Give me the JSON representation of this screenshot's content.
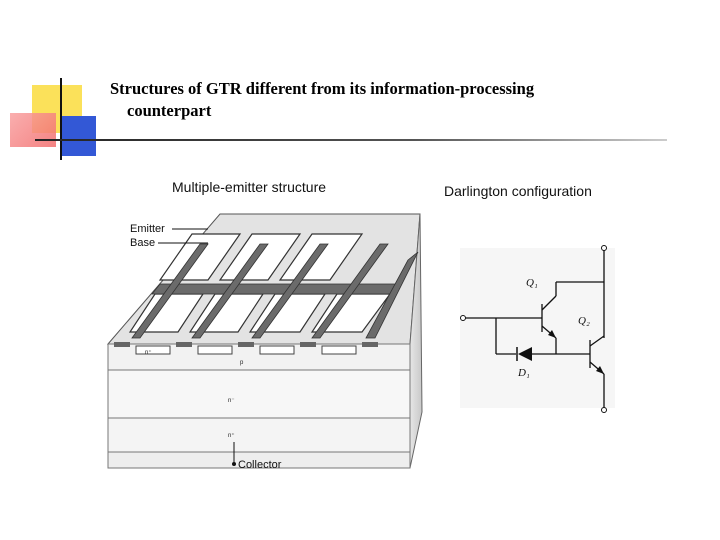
{
  "slide": {
    "title_line1": "Structures of GTR different from its information-processing",
    "title_line2": "counterpart"
  },
  "figure_left": {
    "caption": "Multiple-emitter structure",
    "labels": {
      "emitter": "Emitter",
      "base": "Base",
      "collector": "Collector",
      "n_plus_top": "n⁺",
      "p_layer": "p",
      "n_minus": "n⁻",
      "n_plus_bottom": "n⁺"
    }
  },
  "figure_right": {
    "caption": "Darlington configuration",
    "labels": {
      "q1": "Q₁",
      "q2": "Q₂",
      "d1": "D₁"
    }
  },
  "colors": {
    "accent_yellow": "#fbe15a",
    "accent_red": "#f26d6d",
    "accent_blue": "#3358d6"
  }
}
